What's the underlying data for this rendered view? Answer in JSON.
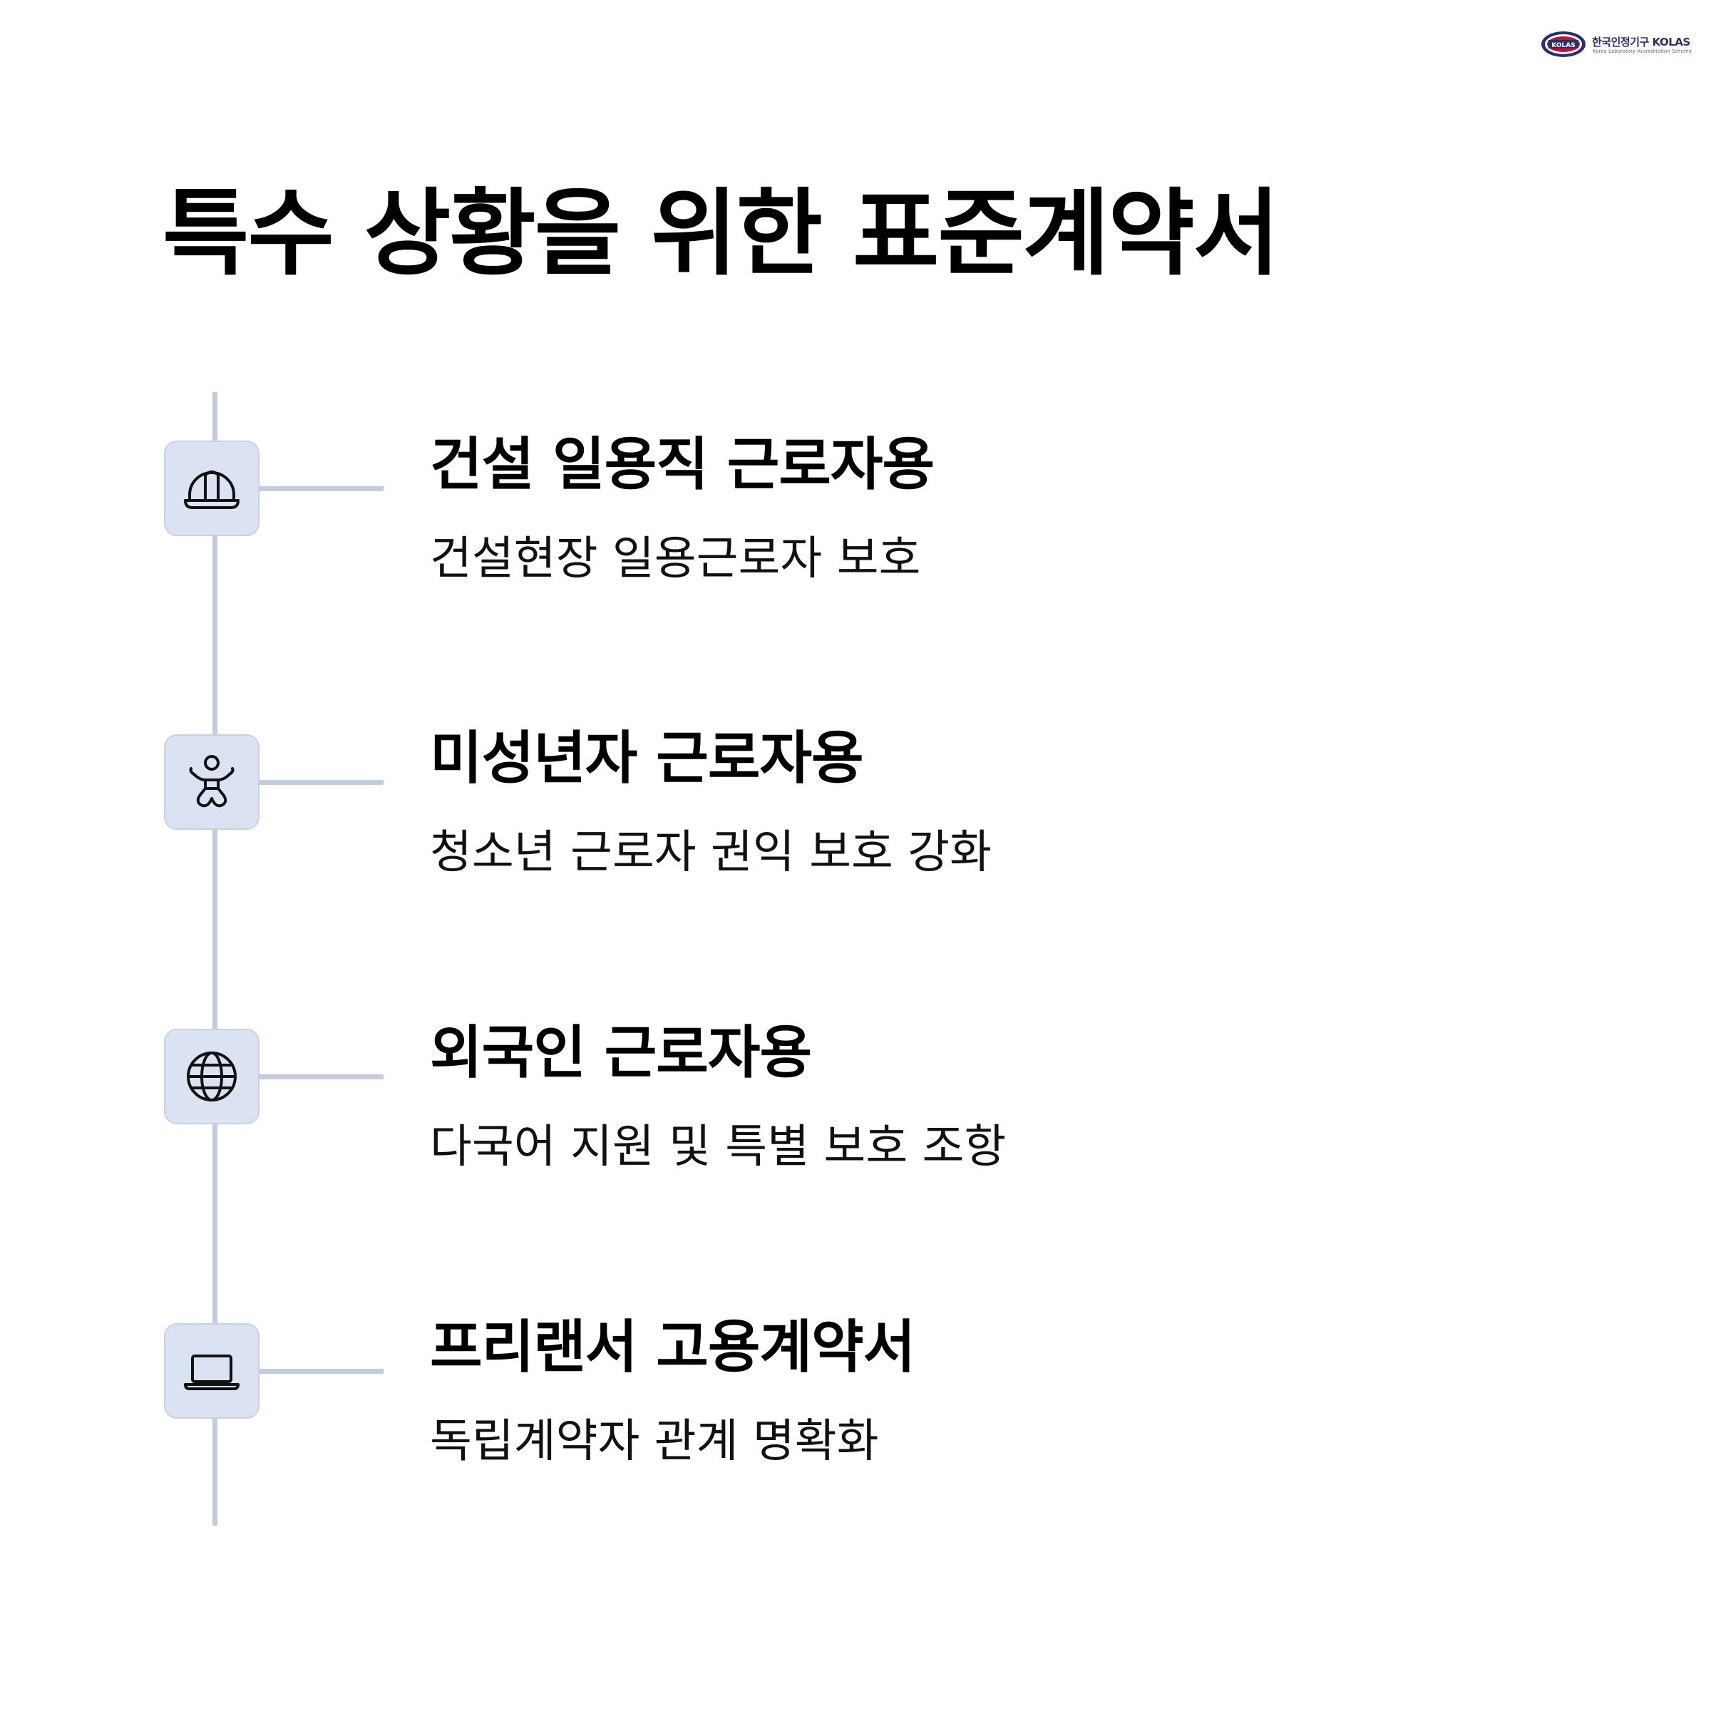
{
  "logo": {
    "name": "한국인정기구 KOLAS",
    "subtitle": "Korea Laboratory Accreditation Scheme",
    "emblem_text": "KOLAS"
  },
  "title": "특수 상황을 위한 표준계약서",
  "colors": {
    "timeline": "#c3ccdc",
    "icon_background": "#dbe3f3",
    "logo_navy": "#2b2f6e",
    "logo_red": "#c8102e"
  },
  "items": [
    {
      "icon": "hard-hat-icon",
      "title": "건설 일용직 근로자용",
      "description": "건설현장 일용근로자 보호"
    },
    {
      "icon": "baby-icon",
      "title": "미성년자 근로자용",
      "description": "청소년 근로자 권익 보호 강화"
    },
    {
      "icon": "globe-icon",
      "title": "외국인 근로자용",
      "description": "다국어 지원 및 특별 보호 조항"
    },
    {
      "icon": "laptop-icon",
      "title": "프리랜서 고용계약서",
      "description": "독립계약자 관계 명확화"
    }
  ]
}
